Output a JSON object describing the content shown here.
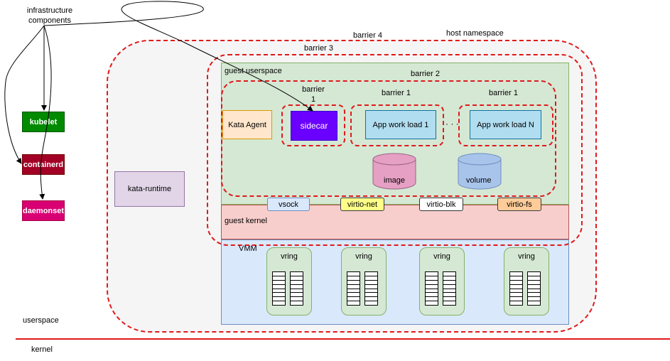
{
  "labels": {
    "infrastructure_components": "infrastructure\ncomponents",
    "userspace": "userspace",
    "kernel": "kernel",
    "host_namespace": "host  namespace",
    "barrier_4": "barrier 4",
    "barrier_3": "barrier 3",
    "barrier_2": "barrier 2",
    "barrier_1_sidecar": "barrier\n1",
    "barrier_1_app1": "barrier 1",
    "barrier_1_appN": "barrier 1",
    "guest_userspace": "guest userspace",
    "guest_kernel": "guest kernel",
    "vmm": "VMM",
    "ellipsis": "· · ·"
  },
  "components": {
    "kubelet": "kubelet",
    "containerd": "containerd",
    "daemonset": "daemonset",
    "kata_runtime": "kata-runtime",
    "kata_agent": "Kata Agent",
    "sidecar": "sidecar",
    "app_workload_1": "App work load  1",
    "app_workload_n": "App work load  N",
    "image": "image",
    "volume": "volume"
  },
  "ports": [
    "vsock",
    "virtio-net",
    "virtio-blk",
    "virtio-fs"
  ],
  "vrings": [
    "vring",
    "vring",
    "vring",
    "vring"
  ],
  "colors": {
    "barrier_red": "#e0191b",
    "kubelet_green": "#008a00",
    "containerd_red": "#a20025",
    "daemonset_pink": "#d80073",
    "sidecar_purple": "#6a00ff",
    "guest_userspace_green": "#d5e8d4",
    "guest_kernel_red": "#f8cecc",
    "vmm_blue": "#dae8fc",
    "kata_runtime_purple": "#e1d5e7",
    "kata_agent_orange": "#ffe6cc",
    "app_blue": "#b1ddf0",
    "image_pink": "#e6a0c4",
    "volume_blue": "#a9c4eb"
  }
}
